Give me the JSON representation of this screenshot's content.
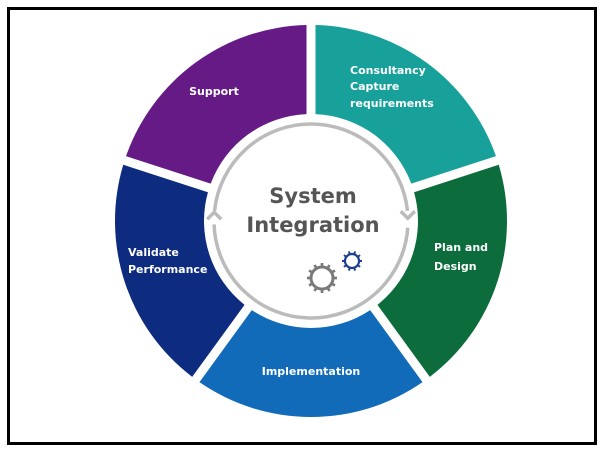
{
  "diagram": {
    "title_lines": [
      "System",
      "Integration"
    ],
    "type": "cycle",
    "segments": [
      {
        "id": "consultancy",
        "lines": [
          "Consultancy",
          "Capture",
          "requirements"
        ],
        "color": "#17A19A"
      },
      {
        "id": "plan-design",
        "lines": [
          "Plan and",
          "Design"
        ],
        "color": "#0C6C3C"
      },
      {
        "id": "implementation",
        "lines": [
          "Implementation"
        ],
        "color": "#116BB8"
      },
      {
        "id": "validate-performance",
        "lines": [
          "Validate",
          "Performance"
        ],
        "color": "#0D2B7F"
      },
      {
        "id": "support",
        "lines": [
          "Support"
        ],
        "color": "#651A86"
      }
    ],
    "cycle_ring_color": "#BBBBBB",
    "gear_colors": {
      "large": "#7A7A7A",
      "small": "#1C3F8F"
    },
    "icons": [
      "cycle-arrow-icon",
      "gear-icon"
    ]
  }
}
